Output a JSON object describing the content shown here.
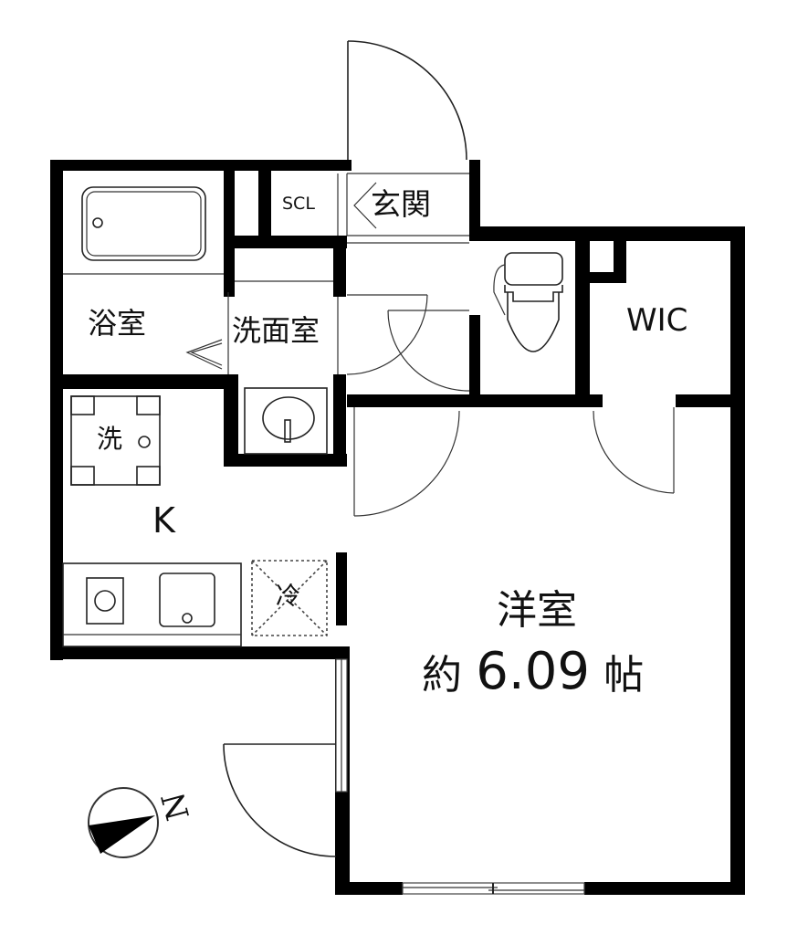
{
  "floor_plan": {
    "rooms": [
      {
        "id": "genkan",
        "label": "玄関"
      },
      {
        "id": "scl",
        "label": "SCL"
      },
      {
        "id": "bathroom",
        "label": "浴室"
      },
      {
        "id": "washroom",
        "label": "洗面室"
      },
      {
        "id": "kitchen",
        "label": "K"
      },
      {
        "id": "wic",
        "label": "WIC"
      },
      {
        "id": "western_room",
        "label": "洋室",
        "area_prefix": "約",
        "area_value": "6.09",
        "area_unit": "帖"
      }
    ],
    "fixtures": {
      "washer": "洗",
      "fridge": "冷"
    },
    "compass": {
      "label": "N"
    }
  }
}
